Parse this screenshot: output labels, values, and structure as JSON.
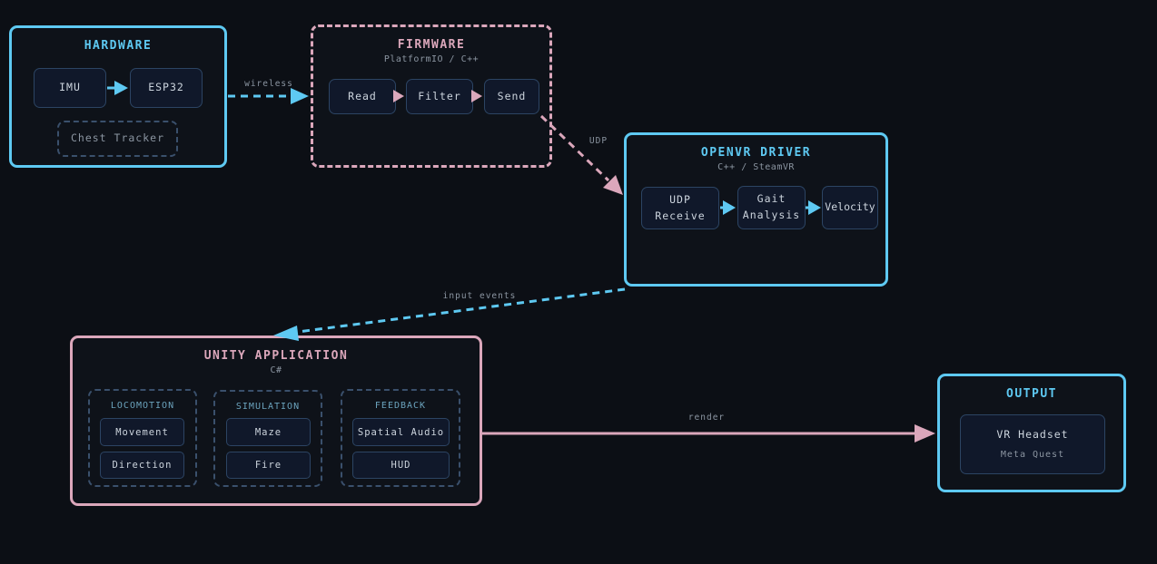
{
  "colors": {
    "background": "#0c0f15",
    "cyan": "#5ec9f2",
    "pink": "#dba7bb",
    "muted_teal": "#6ba3bd",
    "gray": "#8b95a1",
    "text_light": "#ccd4dd",
    "node_border": "#2c4463",
    "node_fill": "#10182a"
  },
  "groups": {
    "hardware": {
      "title": "HARDWARE",
      "nodes": {
        "imu": "IMU",
        "esp32": "ESP32",
        "chest_tracker": "Chest Tracker"
      }
    },
    "firmware": {
      "title": "FIRMWARE",
      "subtitle": "PlatformIO / C++",
      "nodes": {
        "read": "Read",
        "filter": "Filter",
        "send": "Send"
      }
    },
    "openvr_driver": {
      "title": "OPENVR DRIVER",
      "subtitle": "C++ / SteamVR",
      "nodes": {
        "udp_receive": "UDP\nReceive",
        "gait_analysis": "Gait\nAnalysis",
        "velocity": "Velocity"
      }
    },
    "unity_application": {
      "title": "UNITY APPLICATION",
      "subtitle": "C#",
      "subgroups": {
        "locomotion": {
          "title": "LOCOMOTION",
          "nodes": {
            "movement": "Movement",
            "direction": "Direction"
          }
        },
        "simulation": {
          "title": "SIMULATION",
          "nodes": {
            "maze": "Maze",
            "fire": "Fire"
          }
        },
        "feedback": {
          "title": "FEEDBACK",
          "nodes": {
            "spatial_audio": "Spatial Audio",
            "hud": "HUD"
          }
        }
      }
    },
    "output": {
      "title": "OUTPUT",
      "nodes": {
        "vr_headset": {
          "label": "VR Headset",
          "sublabel": "Meta Quest"
        }
      }
    }
  },
  "edges": {
    "wireless": {
      "label": "wireless"
    },
    "udp": {
      "label": "UDP"
    },
    "input_events": {
      "label": "input events"
    },
    "render": {
      "label": "render"
    }
  }
}
